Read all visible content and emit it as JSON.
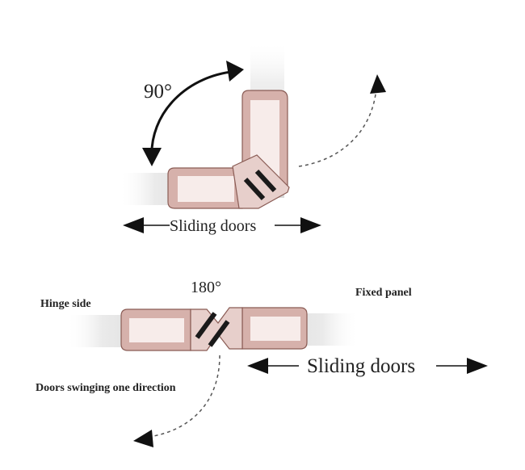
{
  "top_diagram": {
    "angle_label": "90°",
    "sliding_label": "Sliding doors"
  },
  "bottom_diagram": {
    "angle_label": "180°",
    "hinge_label": "Hinge side",
    "fixed_label": "Fixed panel",
    "sliding_label": "Sliding doors",
    "swing_label": "Doors swinging one direction"
  },
  "colors": {
    "seal_fill": "#d6b1ab",
    "seal_inner": "#f7ecea",
    "seal_edge": "#8a5c55",
    "magnet_strip": "#1a1a1a",
    "glass": "#dcdcdc",
    "arrow": "#111111"
  }
}
